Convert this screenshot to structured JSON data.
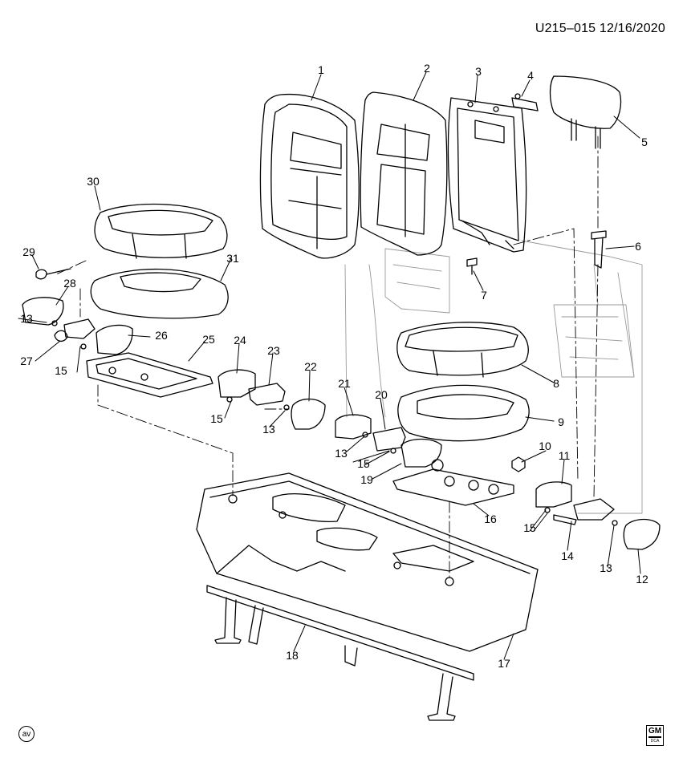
{
  "header": {
    "reference": "U215–015  12/16/2020"
  },
  "badge": {
    "av": "av"
  },
  "logo": {
    "brand": "GM",
    "sub": "DCA"
  },
  "callouts": [
    {
      "id": "c1",
      "label": "1"
    },
    {
      "id": "c2",
      "label": "2"
    },
    {
      "id": "c3",
      "label": "3"
    },
    {
      "id": "c4",
      "label": "4"
    },
    {
      "id": "c5",
      "label": "5"
    },
    {
      "id": "c6",
      "label": "6"
    },
    {
      "id": "c7",
      "label": "7"
    },
    {
      "id": "c8",
      "label": "8"
    },
    {
      "id": "c9",
      "label": "9"
    },
    {
      "id": "c10",
      "label": "10"
    },
    {
      "id": "c11",
      "label": "11"
    },
    {
      "id": "c12",
      "label": "12"
    },
    {
      "id": "c13a",
      "label": "13"
    },
    {
      "id": "c13b",
      "label": "13"
    },
    {
      "id": "c13c",
      "label": "13"
    },
    {
      "id": "c13d",
      "label": "13"
    },
    {
      "id": "c14",
      "label": "14"
    },
    {
      "id": "c15a",
      "label": "15"
    },
    {
      "id": "c15b",
      "label": "15"
    },
    {
      "id": "c15c",
      "label": "15"
    },
    {
      "id": "c15d",
      "label": "15"
    },
    {
      "id": "c16",
      "label": "16"
    },
    {
      "id": "c17",
      "label": "17"
    },
    {
      "id": "c18",
      "label": "18"
    },
    {
      "id": "c19",
      "label": "19"
    },
    {
      "id": "c20",
      "label": "20"
    },
    {
      "id": "c21",
      "label": "21"
    },
    {
      "id": "c22",
      "label": "22"
    },
    {
      "id": "c23",
      "label": "23"
    },
    {
      "id": "c24",
      "label": "24"
    },
    {
      "id": "c25",
      "label": "25"
    },
    {
      "id": "c26",
      "label": "26"
    },
    {
      "id": "c27",
      "label": "27"
    },
    {
      "id": "c28",
      "label": "28"
    },
    {
      "id": "c29",
      "label": "29"
    },
    {
      "id": "c30",
      "label": "30"
    },
    {
      "id": "c31",
      "label": "31"
    }
  ]
}
